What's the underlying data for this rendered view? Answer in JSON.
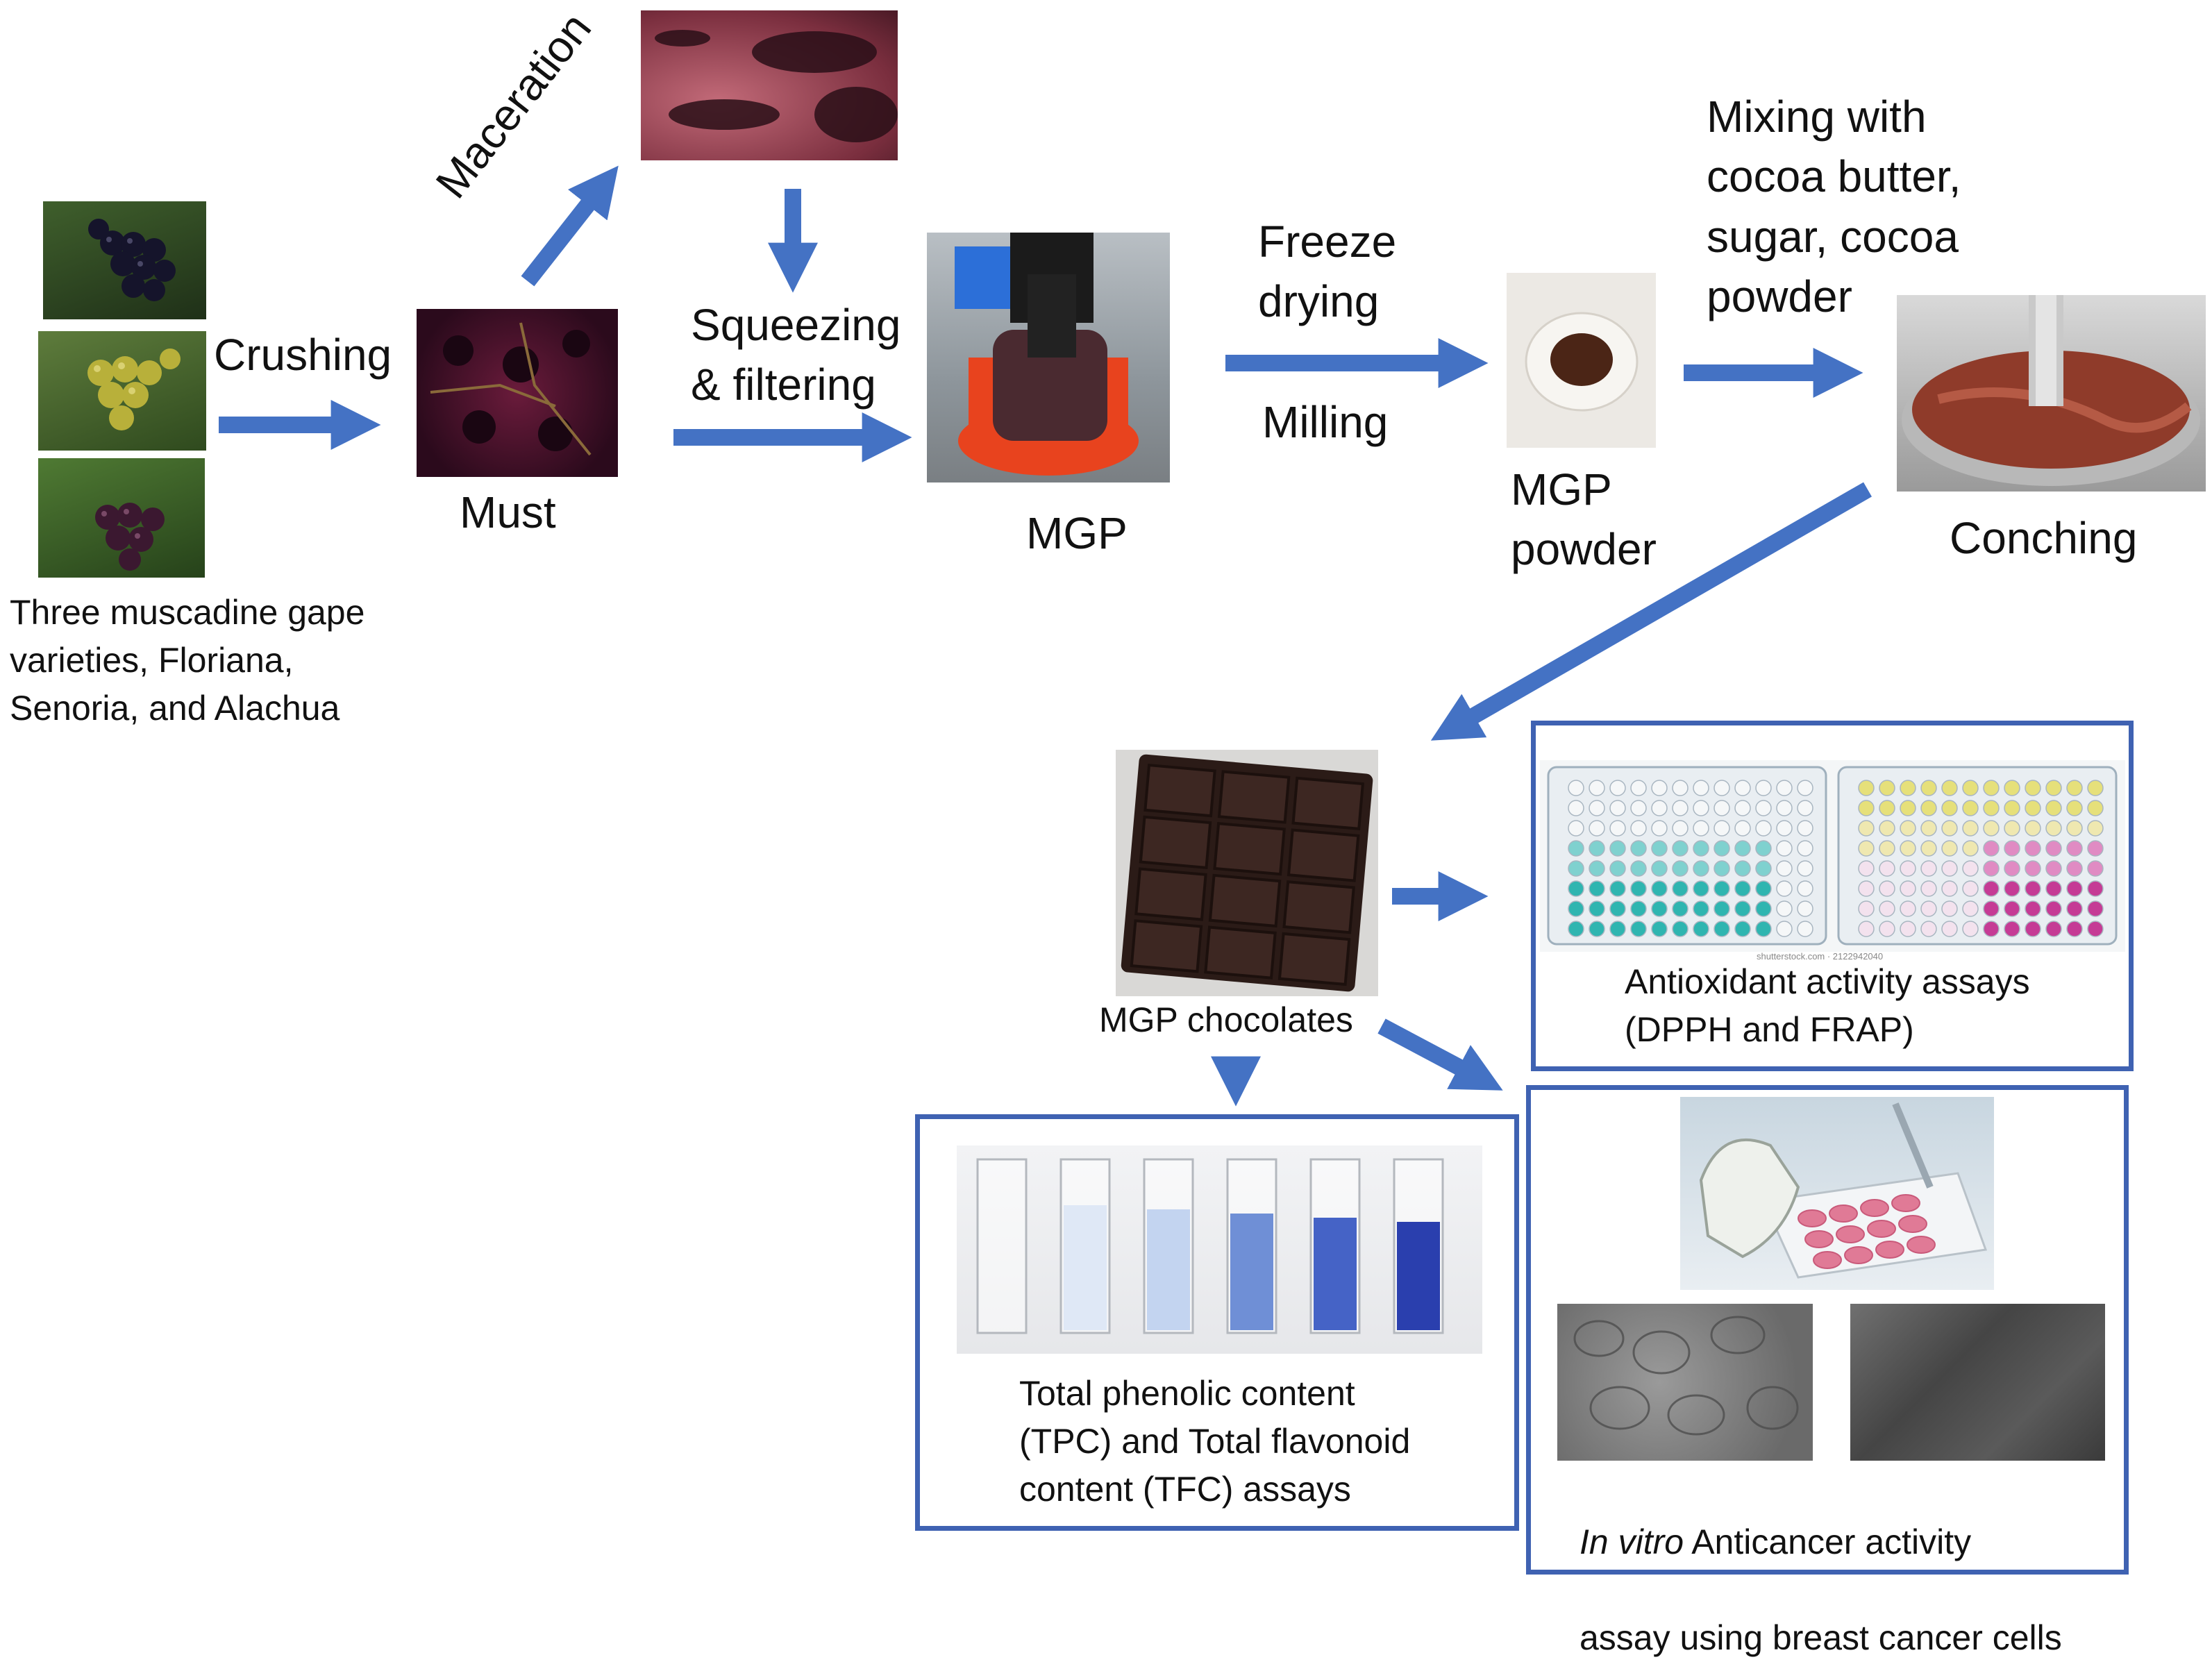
{
  "colors": {
    "arrow": "#4472c4",
    "box_border": "#3f62b2"
  },
  "grapes_caption": "Three muscadine gape\nvarieties, Floriana,\nSenoria, and Alachua",
  "steps": {
    "crushing": "Crushing",
    "maceration": "Maceration",
    "must": "Must",
    "squeezing": "Squeezing\n& filtering",
    "mgp": "MGP",
    "freeze_drying": "Freeze\ndrying",
    "milling": "Milling",
    "mgp_powder": "MGP\npowder",
    "mixing": "Mixing with\ncocoa butter,\nsugar, cocoa\npowder",
    "conching": "Conching",
    "chocolates": "MGP chocolates"
  },
  "assays": {
    "antioxidant": "Antioxidant activity assays\n(DPPH and FRAP)",
    "phenolic": "Total phenolic content\n(TPC) and Total flavonoid\ncontent (TFC) assays",
    "anticancer_italic": "In vitro",
    "anticancer_rest": " Anticancer activity",
    "anticancer_line2": "assay using breast cancer cells",
    "stock_watermark": "shutterstock.com · 2122942040"
  },
  "icons": {
    "grapes_photos": [
      "dark-grape-cluster-photo",
      "bronze-grape-cluster-photo",
      "purple-grape-cluster-photo"
    ],
    "process_photos": [
      "maceration-photo",
      "must-photo",
      "press-photo",
      "powder-photo",
      "conching-photo",
      "chocolate-photo",
      "microplate-photo",
      "cuvette-photo",
      "cell-culture-photo",
      "microscopy-photo"
    ]
  }
}
